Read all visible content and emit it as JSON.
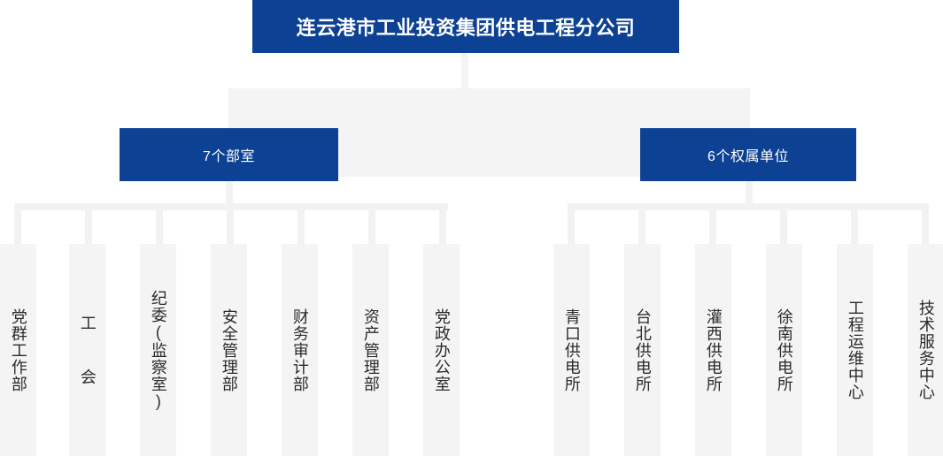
{
  "chart_title": "连云港市工业投资集团供电工程分公司",
  "colors": {
    "node_blue": "#0D4194",
    "leaf_gray": "#F4F4F4",
    "connector_gray": "#F2F2F2",
    "node_text": "#FFFFFF",
    "leaf_text": "#2B2B2B",
    "background": "#FFFFFF"
  },
  "root": {
    "label": "连云港市工业投资集团供电工程分公司"
  },
  "groups": [
    {
      "id": "departments",
      "label": "7个部室",
      "count": 7,
      "children": [
        {
          "label": "党群工作部"
        },
        {
          "label": "工  会"
        },
        {
          "label": "纪委(监察室)"
        },
        {
          "label": "安全管理部"
        },
        {
          "label": "财务审计部"
        },
        {
          "label": "资产管理部"
        },
        {
          "label": "党政办公室"
        }
      ]
    },
    {
      "id": "units",
      "label": "6个权属单位",
      "count": 6,
      "children": [
        {
          "label": "青口供电所"
        },
        {
          "label": "台北供电所"
        },
        {
          "label": "灌西供电所"
        },
        {
          "label": "徐南供电所"
        },
        {
          "label": "工程运维中心"
        },
        {
          "label": "技术服务中心"
        }
      ]
    }
  ],
  "layout": {
    "dept_leaf_x": [
      0,
      78,
      158,
      238,
      318,
      398,
      478
    ],
    "unit_leaf_x": [
      625,
      705,
      785,
      865,
      945,
      1025
    ],
    "dept_drop_x": [
      16,
      96,
      176,
      256,
      336,
      416,
      496
    ],
    "unit_drop_x": [
      641,
      721,
      801,
      881,
      961,
      1041
    ]
  }
}
